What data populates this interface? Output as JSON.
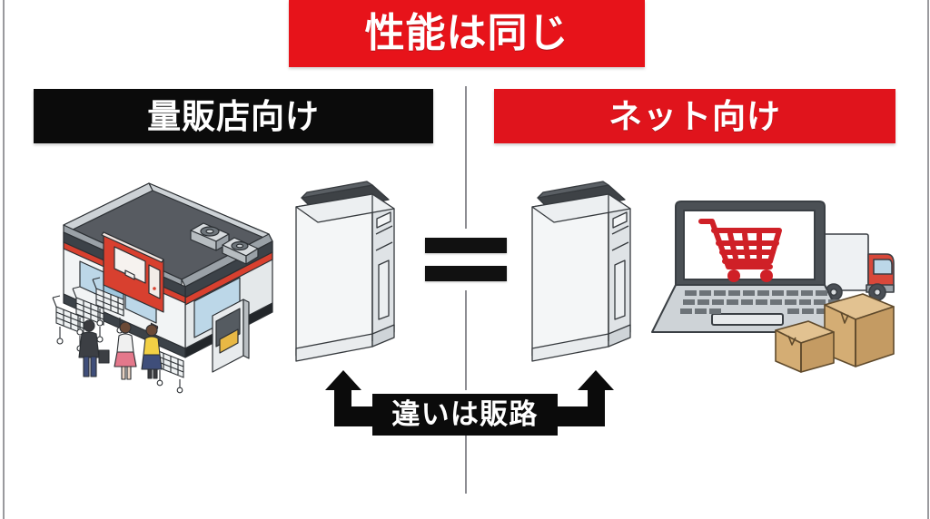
{
  "page": {
    "background_color": "#ffffff",
    "frame_line_color": "#9a9a9e",
    "divider_color": "#8d8d92"
  },
  "title_banner": {
    "text": "性能は同じ",
    "background_color": "#e7131a",
    "text_color": "#ffffff"
  },
  "columns": {
    "left": {
      "label": "量販店向け",
      "label_background_color": "#0b0b0b",
      "label_text_color": "#ffffff",
      "illustration": "electronics-retail-store",
      "product": "air-purifier"
    },
    "right": {
      "label": "ネット向け",
      "label_background_color": "#e0141c",
      "label_text_color": "#ffffff",
      "illustration": "online-shopping-laptop-truck-boxes",
      "product": "air-purifier"
    }
  },
  "comparison": {
    "operator": "=",
    "operator_color": "#111111"
  },
  "caption": {
    "text": "違いは販路",
    "background_color": "#0b0b0b",
    "text_color": "#ffffff",
    "arrows": [
      "up-arrow-left",
      "up-arrow-right"
    ]
  },
  "icons": {
    "store_sign": "monitor-pc-icon",
    "laptop_screen": "shopping-cart-icon",
    "delivery": "delivery-truck-icon",
    "parcels": "cardboard-box-icon"
  },
  "palette": {
    "brand_red": "#e7131a",
    "accent_red": "#d8402f",
    "black": "#0b0b0b",
    "cart_red": "#cf2027",
    "box_tan": "#d9b07a",
    "roof_gray": "#575b61",
    "wall_gray": "#d6dadd",
    "window_blue": "#bcd7e8"
  }
}
